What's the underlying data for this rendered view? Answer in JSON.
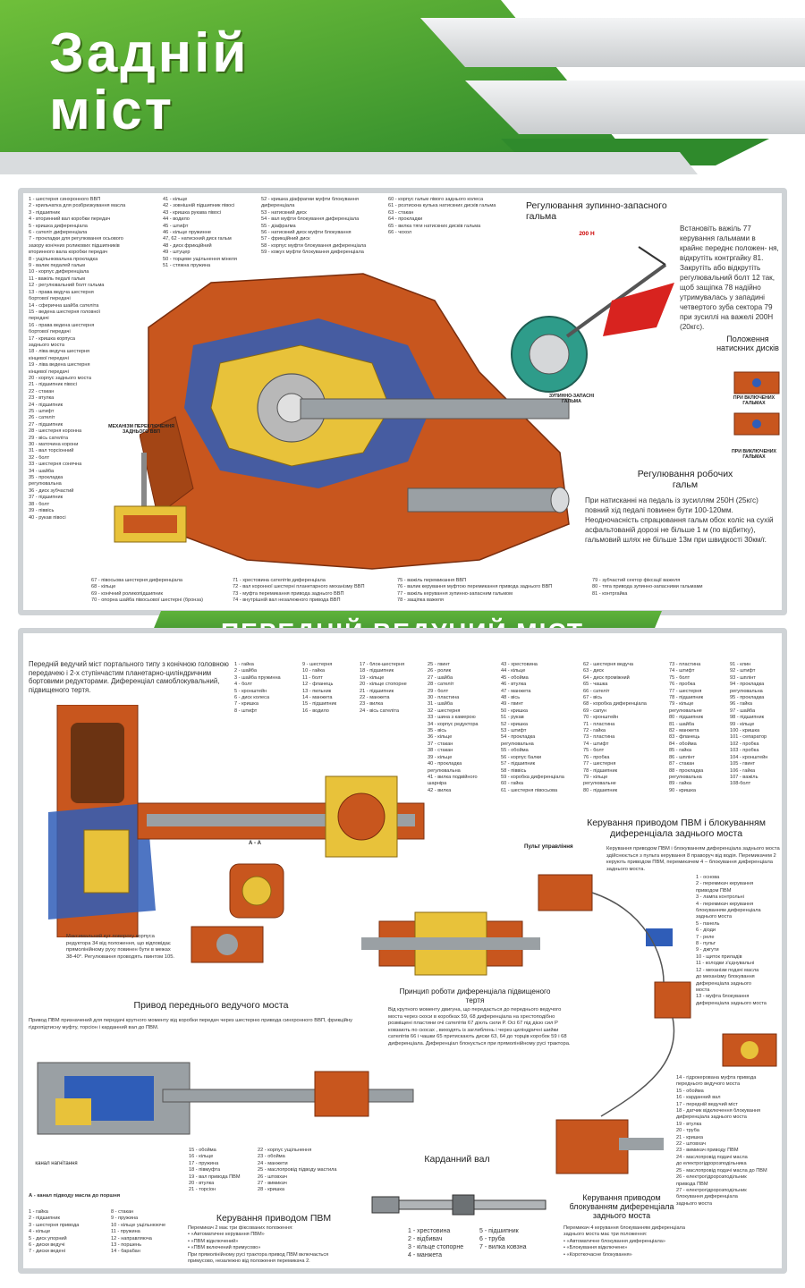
{
  "title": "Задній\nміст",
  "colors": {
    "green_dark": "#2f7d2c",
    "green": "#4aa33a",
    "green_light": "#8cc63f",
    "gray": "#cfd3d6",
    "housing_orange": "#c8561e",
    "oil_blue": "#2f5db8",
    "gear_yellow": "#e8c23a"
  },
  "rear_axle": {
    "legend_col1": [
      "1 - шестерня синхронного ВВП",
      "2 - крильчатка для розбризкування масла",
      "3 - підшипник",
      "4 - вторинний вал коробки передач",
      "5 - кришка диференціала",
      "6 - сателіт диференціала",
      "7 - прокладки для регулювання осьового",
      "зазору конічних роликових підшипників",
      "вторинного вала коробки передач",
      "8 - ущільнювальна прокладка",
      "9 - валик педалей гальм",
      "10 - корпус диференціала",
      "11 - важіль педалі гальм",
      "12 - регулювальний болт гальма",
      "13 - права ведуча шестерня",
      "бортової передачі",
      "14 - сферична шайба сателіта",
      "15 - ведена шестерня головної",
      "передачі",
      "16 - права ведена шестерня",
      "бортової передачі",
      "17 - кришка корпуса",
      "заднього моста",
      "18 - ліва ведуча шестерня",
      "кінцевої передачі",
      "19 - ліва ведена шестерня",
      "кінцевої передачі",
      "20 - корпус заднього моста",
      "21 - підшипник півосі",
      "22 - стакан",
      "23 - втулка",
      "24 - підшипник",
      "25 - штифт",
      "26 - сателіт",
      "27 - підшипник",
      "28 - шестерня коронна",
      "29 - вісь сателіта",
      "30 - маточина корони",
      "31 - вал торсіонний",
      "32 - болт",
      "33 - шестерня сонячна",
      "34 - шайба",
      "35 - прокладка",
      "регулювальна",
      "36 - диск зубчастий",
      "37 - підшипник",
      "38 - болт",
      "39 - піввісь",
      "40 - рукав півосі"
    ],
    "legend_col2": [
      "41 - кільце",
      "42 - зовнішній підшипник півосі",
      "43 - кришка рукава півосі",
      "44 - водило",
      "45 - штифт",
      "46 - кільце пружинне",
      "47, 62 - натискний диск гальм",
      "48 - диск фрикційний",
      "49 - штуцер",
      "50 - торцеве ущільнення мінеля",
      "51 - стяжна пружина"
    ],
    "legend_col3": [
      "52 - кришка діафрагми муфти блокування",
      "диференціала",
      "53 - натискний диск",
      "54 - вал муфти блокування диференціала",
      "55 - діафрагма",
      "56 - натискний диск муфти блокування",
      "57 - фрикційний диск",
      "58 - корпус муфти блокування диференціала",
      "59 - кожух муфти блокування диференціала"
    ],
    "legend_col4": [
      "60 - корпус гальм лівого заднього колеса",
      "61 - розтискна кулька натискних дисків гальма",
      "63 - стакан",
      "64 - прокладки",
      "65 - вилка тяги натискних дисків гальма",
      "66 - чохол"
    ],
    "bottom_legend_col1": [
      "67 - півосьова шестерня диференціала",
      "68 - кільце",
      "69 - конічний роликопідшипник",
      "70 - опорна шайба півосьової шестерні (бронза)"
    ],
    "bottom_legend_col2": [
      "71 - хрестовина  сателітів диференціала",
      "72 - вал коронної шестерні планетарного механізму ВВП",
      "73 - муфта перемикання привода заднього ВВП",
      "74 - внутрішній вал незалежного привода ВВП"
    ],
    "bottom_legend_col3": [
      "75 - важіль перемикання ВВП",
      "76 - валик керування муфтою перемикання привода заднього ВВП",
      "77 - важіль керування зупинно-запасним гальмом",
      "78 - защіпка важеля"
    ],
    "bottom_legend_col4": [
      "79 - зубчастий сектор фіксації важеля",
      "80 - тяга привода зупинно-запасними гальмами",
      "81 - контргайка"
    ],
    "brake_title": "Регулювання зупинно-запасного гальма",
    "brake_text": "Встановіть важіль 77 керування гальмами в крайнє переднє положен- ня, відкрутіть контргайку 81. Закрутіть або відкрутіть регулювальний болт 12 так, щоб защіпка 78 надійно утримувалась у западині четвертого зуба сектора 79 при зусиллі на важелі 200Н (20кгс).",
    "brake_force_label": "200 Н",
    "brake_caption": "ЗУПИННО-ЗАПАСНІ ГАЛЬМА",
    "mechanism_caption": "МЕХАНІЗМ ПЕРЕКЛЮЧЕННЯ ЗАДНЬОГО ВВП",
    "discs_title": "Положення натискних дисків",
    "discs_on": "ПРИ ВКЛЮЧЕНИХ ГАЛЬМАХ",
    "discs_off": "ПРИ ВИКЛЮЧЕНИХ ГАЛЬМАХ",
    "work_brake_title": "Регулювання робочих гальм",
    "work_brake_text": "При натисканні на педаль із зусиллям 250Н (25кгс) повний хід педалі повинен бути 100-120мм. Неодночасність спрацювання гальм обох коліс на сухій асфальтованій дорозі не більше 1 м (по відбитку), гальмовий шлях не більше 13м при швидкості  30км/г."
  },
  "front_axle": {
    "banner": "ПЕРЕДНІЙ ВЕДУЧИЙ МІСТ",
    "intro": "Передній ведучий міст портального типу з конічною головною передачею і 2-х ступінчастим планетарно-циліндричним бортовими редукторами. Диференціал самоблокувальний, підвищеного тертя.",
    "legend_col1": [
      "1 - гайка",
      "2 - шайба",
      "3 - шайба пружинна",
      "4 - болт",
      "5 - кронштейн",
      "6 - диск колеса",
      "7 - кришка",
      "8 - штифт"
    ],
    "legend_col2": [
      "9 - шестерня",
      "10 - гайка",
      "11 - болт",
      "12 - фланець",
      "13 - пильник",
      "14 - манжета",
      "15 - підшипник",
      "16 - водило"
    ],
    "legend_col3": [
      "17 - блок-шестерня",
      "18 - підшипник",
      "19 - кільце",
      "20 - кільце стопорне",
      "21 - підшипник",
      "22 - манжета",
      "23 - вилка",
      "24 - вісь сателіта"
    ],
    "legend_col4": [
      "25 - гвинт",
      "26 - ролик",
      "27 - шайба",
      "28 - сателіт",
      "29 - болт",
      "30 - пластина",
      "31 - шайба",
      "32 - шестерня",
      "33 - шина з камерою",
      "34 - корпус редуктора",
      "35 - вісь",
      "36 - кільце",
      "37 - стакан",
      "38 - стакан",
      "39 - кільце",
      "40 - прокладка",
      "регулювальна",
      "41 - вилка подвійного",
      "шарніра",
      "42 - вилка"
    ],
    "legend_col5": [
      "43 - хрестовина",
      "44 - кільце",
      "45 - обойма",
      "46 - втулка",
      "47 - манжета",
      "48 - вісь",
      "49 - гвинт",
      "50 - кришка",
      "51 - рукав",
      "52 - кришка",
      "53 - штифт",
      "54 - прокладка",
      "регулювальна",
      "55 - обойма",
      "56 - корпус балки",
      "57 - підшипник",
      "58 - піввісь",
      "59 - коробка диференціала",
      "60 - гайка",
      "61 - шестерня півосьова"
    ],
    "legend_col6": [
      "62 - шестерня ведуча",
      "63 - диск",
      "64 - диск проміжний",
      "65 - чашка",
      "66 - сателіт",
      "67 - вісь",
      "68 - коробка диференціала",
      "69 - сапун",
      "70 - кронштейн",
      "71 - пластина",
      "72 - гайка",
      "73 - пластина",
      "74 - штифт",
      "75 - болт",
      "76 - пробка",
      "77 - шестерня",
      "78 - підшипник",
      "79 - кільце",
      "регулювальне",
      "80 - підшипник"
    ],
    "legend_col7": [
      "73 - пластина",
      "74 - штифт",
      "75 - болт",
      "76 - пробка",
      "77 - шестерня",
      "78 - підшипник",
      "79 - кільце",
      "регулювальне",
      "80 - підшипник",
      "81 - шайба",
      "82 - манжета",
      "83 - фланець",
      "84 - обойма",
      "85 - гайка",
      "86 - шплінт",
      "87 - стакан",
      "88 - прокладка",
      "регулювальна",
      "89 - гайка",
      "90 - кришка"
    ],
    "legend_col8": [
      "91 - клин",
      "92 - штифт",
      "93 - шплінт",
      "94 - прокладка",
      "регулювальна",
      "95 - прокладка",
      "96 - гайка",
      "97 - шайба",
      "98 - підшипник",
      "99 - кільце",
      "100 - кришка",
      "101 - сепаратор",
      "102 - пробка",
      "103 - пробка",
      "104 - кронштейн",
      "105 - гвинт",
      "106 - гайка",
      "107 - важіль",
      "108-болт"
    ],
    "turn_note": "Максимальний кут повороту корпуса редуктора 34 від положення, що відповідає прямолінійному руху повинен бути в межах 38-40°. Регулювання проводять гвинтом 105.",
    "aa_label": "А - А",
    "pvm_control_title": "Керування приводом ПВМ і блокуванням диференціала заднього моста",
    "pvm_control_text": "Керування приводом ПВМ і блокуванням диференціала заднього моста здійснюється з пульта керування 8 праворуч від водія. Перемикачем 2 керують приводом ПВМ, перемикачем 4 – блокування диференціала заднього моста.",
    "panel_label": "Пульт управління",
    "control_legend": [
      "1 - основа",
      "2 - перемикач керування",
      "приводом ПВМ",
      "3 - лампа контрольні",
      "4 - перемикач керування",
      "блокуванням диференціала",
      "заднього моста",
      "5 - панель",
      "6 - діоди",
      "7 - реле",
      "8 - пульт",
      "9 - джгути",
      "10 - щиток приладів",
      "11 - колодки з'єднувальні",
      "12 - механізм подачі масла",
      "до механізму блокування",
      "диференціала заднього",
      "моста",
      "13 - муфта блокування",
      "диференціала заднього моста"
    ],
    "control_legend2": [
      "14 - гідрокерована муфта привода",
      "переднього ведучого моста",
      "15 - обойма",
      "16 - карданний вал",
      "17 - передній ведучий міст",
      "18 - датчик відключення блокування",
      "диференціала заднього моста",
      "19 - втулка",
      "20 - труба",
      "21 - кришка",
      "22 - штовхач",
      "23 - вимикач приводу ПВМ",
      "24 - маслопровід подачі масла",
      "до електрогідророзподільника",
      "25 - маслопровід подачі масла до ПВМ",
      "26 - електрогідророзподільник",
      "привода ПВМ",
      "27 - електрогідророзподільник",
      "блокування диференціала",
      "заднього моста"
    ],
    "diff_title": "Принцип роботи диференціала підвищеного тертя",
    "diff_text": "Від крутного моменту двигуна, що передається до переднього ведучого моста через скоси в коробках 59, 68 диференціала на хрестоподібно розміщені пластини очі сателітів 67 діють сили Р. Осі 67 під дією сил Р ковзають по скосах , виходять із заглиблень і через циліндричні шийки сателітів 66 і чашки 65 притискають диски 63, 64 до торців коробок 59 і 68 диференціала. Диференціал блокується при прямолінійному русі трактора.",
    "drive_title": "Привод переднього ведучого моста",
    "drive_text": "Привод ПВМ призначений для передачі крутного моменту від коробки передач через шестерню привода синхронного ВВП, фрикційну гідропідтисну муфту, торсіон і карданний вал до ПВМ.",
    "channel_label": "канал нагнітання",
    "channel_note": "А - канал підводу масла до поршня",
    "drive_legend1": [
      "1 - гайка",
      "2 - підшипник",
      "3 - шестерня привода",
      "4 - кільце",
      "5 - диск упорний",
      "6 - диски ведучі",
      "7 - диски ведені"
    ],
    "drive_legend2": [
      "8 - стакан",
      "9 - пружина",
      "10 - кільце ущільнююче",
      "11 - пружина",
      "12 - направляюча",
      "13 - поршень",
      "14 - барабан"
    ],
    "drive_legend3": [
      "15 - обойма",
      "16 - кільце",
      "17 - пружина",
      "18 - півмуфта",
      "19 - вал привода ПВМ",
      "20 - втулка",
      "21 - торсіон"
    ],
    "drive_legend4": [
      "22 - корпус ущільнення",
      "23 - обойма",
      "24 - манжети",
      "25 - маслопровід підводу мастила",
      "26 - штовхач",
      "27 - вимикач",
      "28 - кришка"
    ],
    "pvm_title": "Керування приводом ПВМ",
    "pvm_text": [
      "Перемикач 2 має три фіксованих положення:",
      "• «Автоматичне керування ПВМ»",
      "• «ПВМ відключений»",
      "• «ПВМ включений примусово»",
      "При прямолінійному русі трактора привод ПВМ включається",
      "примусово, незалежно від положення перемикача 2."
    ],
    "cardan_title": "Карданний вал",
    "cardan_legend1": [
      "1 - хрестовина",
      "2 - відбивач",
      "3 - кільце стопорне",
      "4 - манжета"
    ],
    "cardan_legend2": [
      "5 - підшипник",
      "6 - труба",
      "7 - вилка ковзна"
    ],
    "block_title": "Керування приводом блокуванням диференціала заднього моста",
    "block_text": [
      "Перемикач 4 керування блокуванням диференціала",
      "заднього моста має три положення:",
      "• «Автоматичне блокування диференціала»",
      "• «Блокування відключене»",
      "• «Короткочасне блокування»"
    ]
  }
}
